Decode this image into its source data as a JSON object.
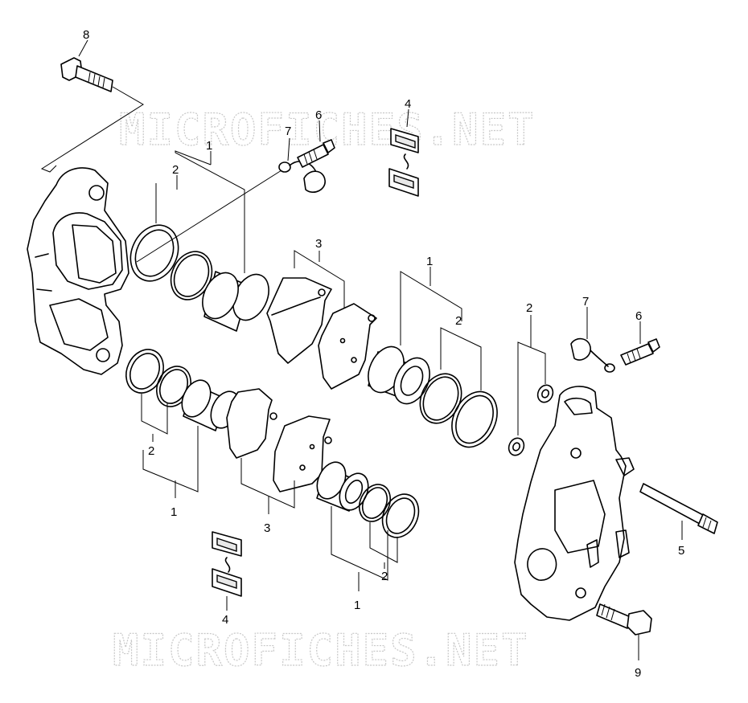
{
  "watermark": "MICROFICHES.NET",
  "callouts": {
    "bolt_top": "8",
    "piston_kit_upper_left": "1",
    "seal_upper_left": "2",
    "bleeder_cap_left": "7",
    "bleeder_left": "6",
    "clip_top": "4",
    "pad_upper": "3",
    "piston_kit_upper_right": "1",
    "seal_upper_right": "2",
    "seal_right": "2",
    "bleeder_cap_right": "7",
    "bleeder_right": "6",
    "pin": "5",
    "bolt_bottom": "9",
    "seal_lower_left": "2",
    "piston_kit_lower_left": "1",
    "pad_lower": "3",
    "clip_bottom": "4",
    "seal_lower_right": "2",
    "piston_kit_lower_right": "1"
  }
}
